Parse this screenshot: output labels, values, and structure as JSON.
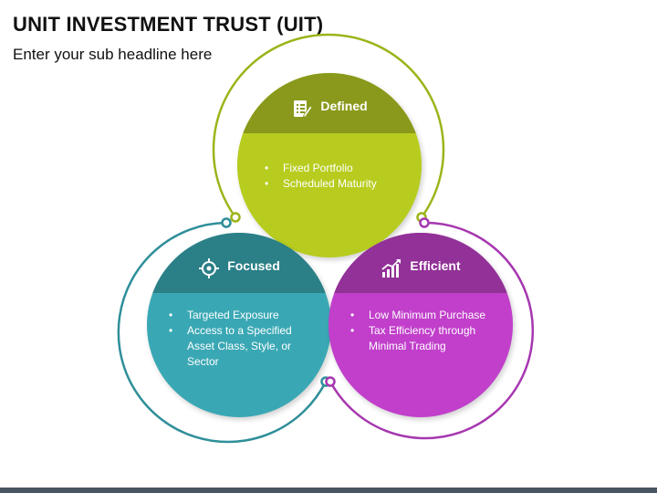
{
  "title": "UNIT INVESTMENT TRUST (UIT)",
  "subtitle": "Enter your sub headline here",
  "colors": {
    "defined": "#b7cc1e",
    "defined_dark": "#8a991b",
    "focused": "#3aa8b4",
    "focused_dark": "#2b7f87",
    "efficient": "#c13fcb",
    "efficient_dark": "#923197"
  },
  "sections": {
    "defined": {
      "heading": "Defined",
      "icon": "checklist-icon",
      "items": [
        "Fixed Portfolio",
        "Scheduled Maturity"
      ]
    },
    "focused": {
      "heading": "Focused",
      "icon": "target-icon",
      "items": [
        "Targeted Exposure",
        "Access to a Specified Asset Class, Style, or Sector"
      ]
    },
    "efficient": {
      "heading": "Efficient",
      "icon": "growth-chart-icon",
      "items": [
        "Low Minimum Purchase",
        "Tax Efficiency through Minimal Trading"
      ]
    }
  }
}
